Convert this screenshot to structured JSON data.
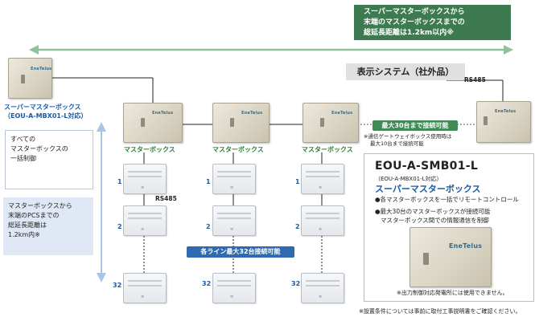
{
  "top_callout": {
    "lines": [
      "スーパーマスターボックスから",
      "末端のマスターボックスまでの",
      "総延長距離は1.2km以内※"
    ]
  },
  "super_master": {
    "label_lines": [
      "スーパーマスターボックス",
      "（EOU-A-MBX01-L対応）"
    ]
  },
  "display_system": "表示システム（社外品）",
  "rs485_top": "RS485",
  "rs485_mid": "RS485",
  "master_box_label": "マスターボックス",
  "max30_pill": "最大30台まで接続可能",
  "gateway_note": [
    "※通信ゲートウェイボックス使用時は",
    "最大10台まで接続可能"
  ],
  "left_note1": [
    "すべての",
    "マスターボックスの",
    "一括制御"
  ],
  "left_note2": [
    "マスターボックスから",
    "末端のPCSまでの",
    "総延長距離は",
    "1.2km内※"
  ],
  "line_pill": "各ライン最大32台接続可能",
  "pcs_numbers": {
    "n1": "1",
    "n2": "2",
    "n32": "32"
  },
  "logo_text": "EneTelus",
  "product": {
    "model": "EOU-A-SMB01-L",
    "sub": "（EOU-A-MBX01-L対応）",
    "name": "スーパーマスターボックス",
    "bullet1": "●各マスターボックスを一括でリモートコントロール",
    "bullet2_lines": [
      "●最大30台のマスターボックスが接続可能",
      "マスターボックス間での情報通信を制御"
    ],
    "note": "※出力制御対応発電所には使用できません。"
  },
  "footnote": "※設置条件については事前に取付工事説明書をご確認ください。",
  "colors": {
    "green": "#3f8a55",
    "blue": "#2f6ab0",
    "blue_text": "#1c5aa3"
  }
}
